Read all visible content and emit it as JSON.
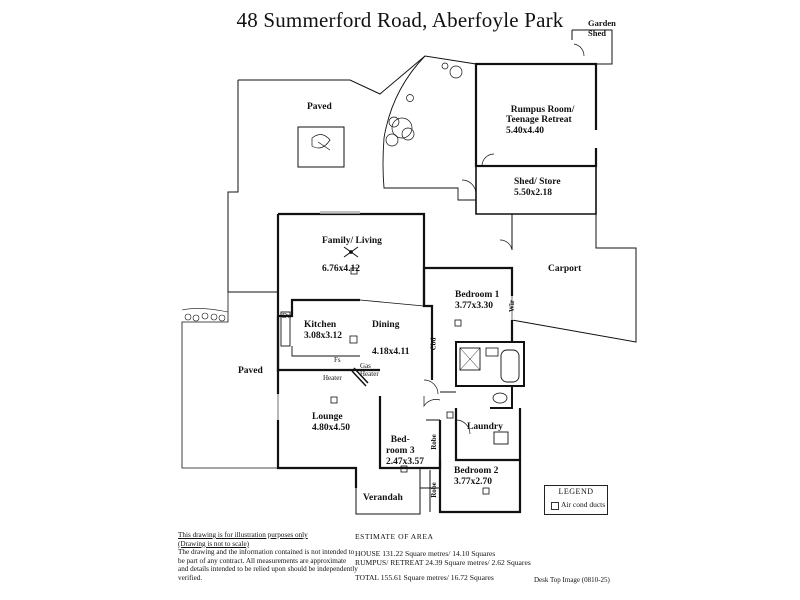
{
  "title": "48 Summerford Road,  Aberfoyle Park",
  "rooms": {
    "garden_shed": {
      "name": "Garden\nShed"
    },
    "paved_top": {
      "name": "Paved"
    },
    "rumpus": {
      "name": "Rumpus Room/\nTeenage Retreat",
      "dims": "5.40x4.40"
    },
    "shed_store": {
      "name": "Shed/ Store",
      "dims": "5.50x2.18"
    },
    "family": {
      "name": "Family/ Living",
      "dims": "6.76x4.12"
    },
    "carport": {
      "name": "Carport"
    },
    "bedroom1": {
      "name": "Bedroom 1",
      "dims": "3.77x3.30"
    },
    "kitchen": {
      "name": "Kitchen",
      "dims": "3.08x3.12"
    },
    "dining": {
      "name": "Dining",
      "dims": "4.18x4.11"
    },
    "paved_left": {
      "name": "Paved"
    },
    "lounge": {
      "name": "Lounge",
      "dims": "4.80x4.50"
    },
    "bedroom3": {
      "name": "Bed-\nroom 3",
      "dims": "2.47x3.57"
    },
    "laundry": {
      "name": "Laundry"
    },
    "bedroom2": {
      "name": "Bedroom 2",
      "dims": "3.77x2.70"
    },
    "verandah": {
      "name": "Verandah"
    }
  },
  "fixtures": {
    "dw": "Dw",
    "fs": "Fs",
    "gas_heater": "Gas\nHeater",
    "heater": "Heater",
    "wir": "Wir",
    "cbd": "Cbd",
    "robe_b3": "Robe",
    "robe_b2": "Robe"
  },
  "legend": {
    "title": "LEGEND",
    "item": "Air cond ducts"
  },
  "disclaimer": {
    "line1": "This drawing is for illustration purposes only",
    "line2": "(Drawing is not to scale)",
    "body": "The drawing and the information contained is not intended to be part of any contract.  All measurements are approximate and details intended to be relied upon should be independently verified."
  },
  "estimate": {
    "heading": "ESTIMATE OF AREA",
    "house": "HOUSE  131.22 Square metres/ 14.10 Squares",
    "rumpus": "RUMPUS/ RETREAT  24.39 Square metres/ 2.62 Squares",
    "total": "TOTAL  155.61 Square metres/ 16.72 Squares"
  },
  "credit": "Desk Top Image  (0810-25)",
  "colors": {
    "line": "#111111",
    "background": "#ffffff"
  }
}
